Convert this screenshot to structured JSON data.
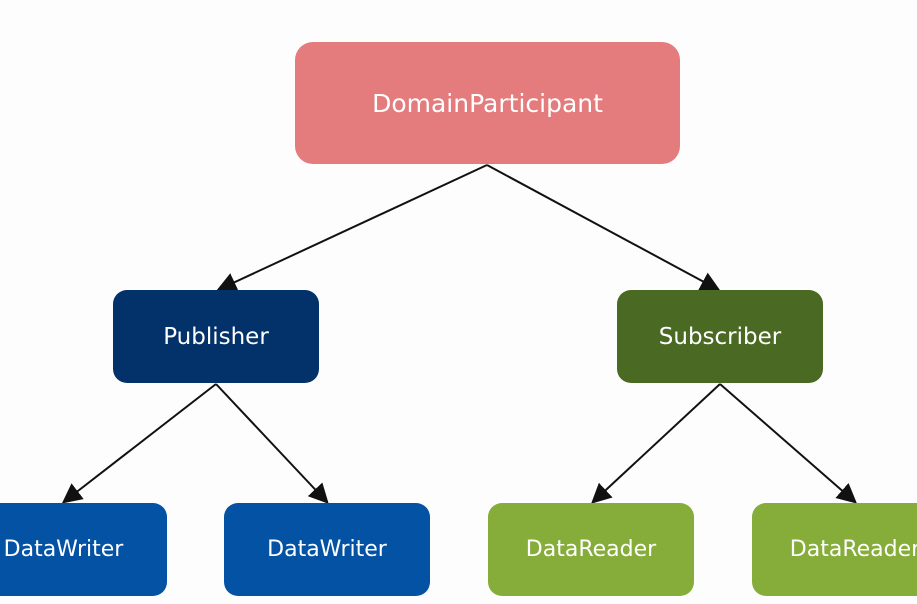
{
  "nodes": {
    "domain_participant": {
      "label": "DomainParticipant"
    },
    "publisher": {
      "label": "Publisher"
    },
    "subscriber": {
      "label": "Subscriber"
    },
    "data_writer_1": {
      "label": "DataWriter"
    },
    "data_writer_2": {
      "label": "DataWriter"
    },
    "data_reader_1": {
      "label": "DataReader"
    },
    "data_reader_2": {
      "label": "DataReader"
    }
  },
  "colors": {
    "domain_participant": "#e47b7c",
    "publisher": "#03326a",
    "subscriber": "#4a6923",
    "data_writer": "#0452a3",
    "data_reader": "#86ad3a",
    "arrow": "#111111"
  }
}
